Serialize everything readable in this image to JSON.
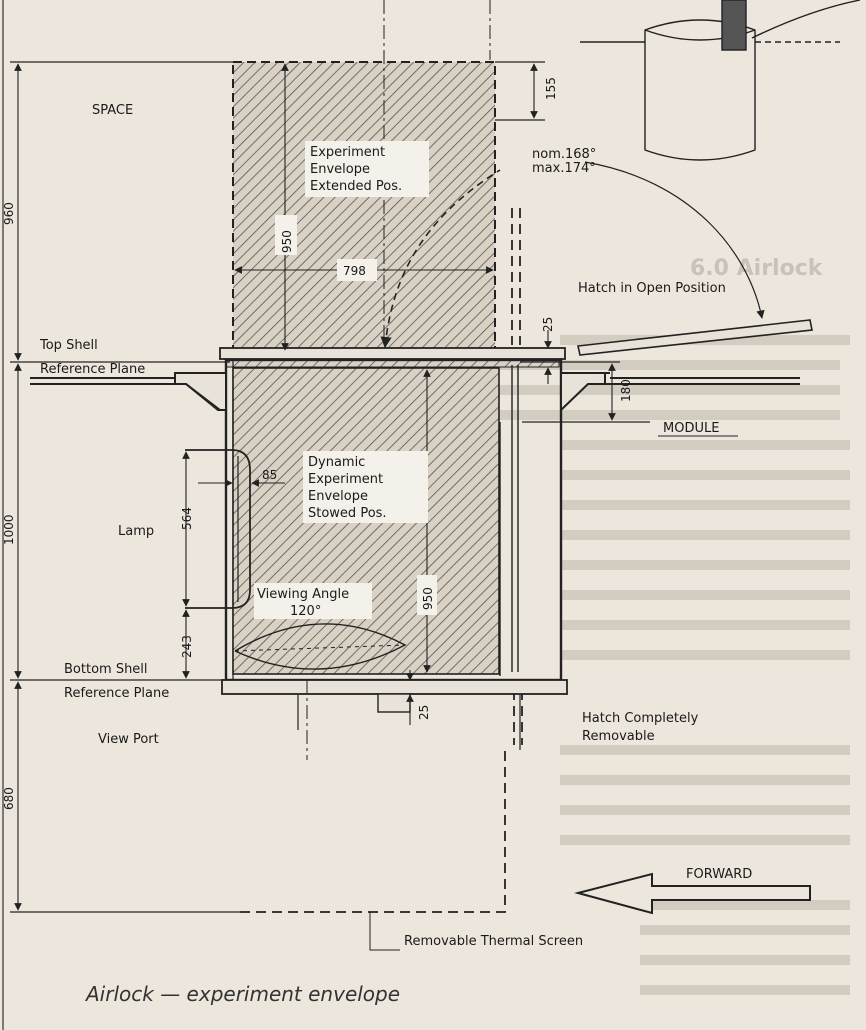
{
  "labels": {
    "space": "SPACE",
    "top_shell": "Top Shell",
    "top_ref_plane": "Reference Plane",
    "bottom_shell": "Bottom Shell",
    "bottom_ref_plane": "Reference Plane",
    "module": "MODULE",
    "lamp": "Lamp",
    "view_port": "View Port",
    "hatch_open": "Hatch in Open Position",
    "hatch_removable_1": "Hatch Completely",
    "hatch_removable_2": "Removable",
    "forward": "FORWARD",
    "thermal_screen": "Removable Thermal Screen",
    "viewing_angle": "Viewing Angle",
    "viewing_angle_value": "120°",
    "hatch_angle_nom": "nom.168°",
    "hatch_angle_max": "max.174°"
  },
  "envelope_extended": {
    "line1": "Experiment",
    "line2": "Envelope",
    "line3": "Extended Pos."
  },
  "envelope_stowed": {
    "line1": "Dynamic",
    "line2": "Experiment",
    "line3": "Envelope",
    "line4": "Stowed Pos."
  },
  "dimensions": {
    "d960": "960",
    "d1000": "1000",
    "d680": "680",
    "d155": "155",
    "d950_top": "950",
    "d798": "798",
    "d25_top": "25",
    "d180": "180",
    "d85": "85",
    "d564": "564",
    "d243": "243",
    "d950_bottom": "950",
    "d25_bottom": "25"
  },
  "caption": "Airlock — experiment envelope",
  "background_text": {
    "heading": "6.0 Airlock"
  }
}
